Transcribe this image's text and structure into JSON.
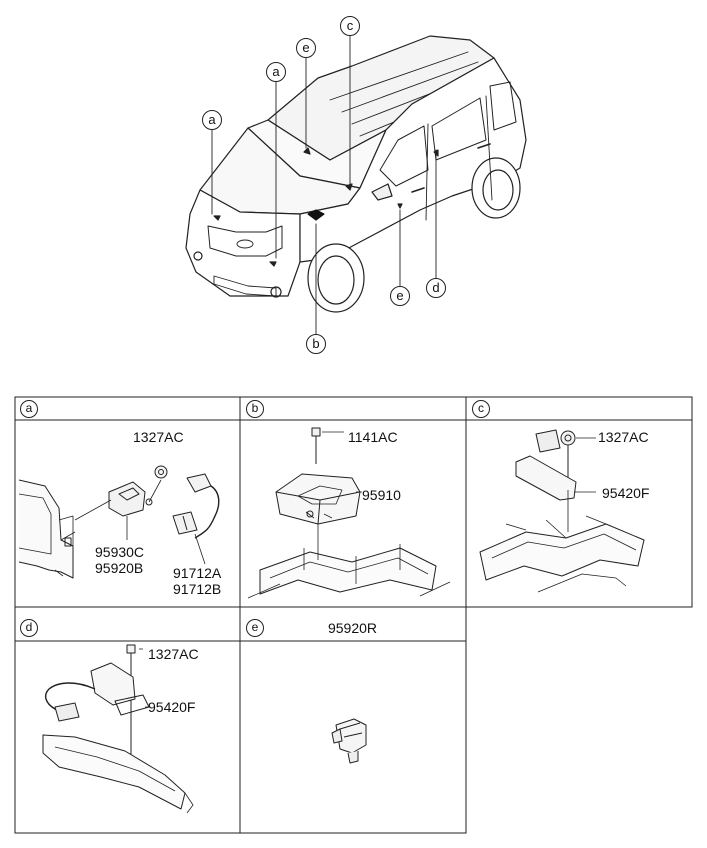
{
  "overview": {
    "callouts": [
      {
        "id": "a1",
        "letter": "a"
      },
      {
        "id": "a2",
        "letter": "a"
      },
      {
        "id": "e1",
        "letter": "e"
      },
      {
        "id": "c1",
        "letter": "c"
      },
      {
        "id": "b1",
        "letter": "b"
      },
      {
        "id": "e2",
        "letter": "e"
      },
      {
        "id": "d1",
        "letter": "d"
      }
    ]
  },
  "panels": {
    "a": {
      "letter": "a",
      "parts": [
        "1327AC",
        "95930C",
        "95920B",
        "91712A",
        "91712B"
      ]
    },
    "b": {
      "letter": "b",
      "parts": [
        "1141AC",
        "95910"
      ]
    },
    "c": {
      "letter": "c",
      "parts": [
        "1327AC",
        "95420F"
      ]
    },
    "d": {
      "letter": "d",
      "parts": [
        "1327AC",
        "95420F"
      ]
    },
    "e": {
      "letter": "e",
      "title": "95920R"
    }
  }
}
